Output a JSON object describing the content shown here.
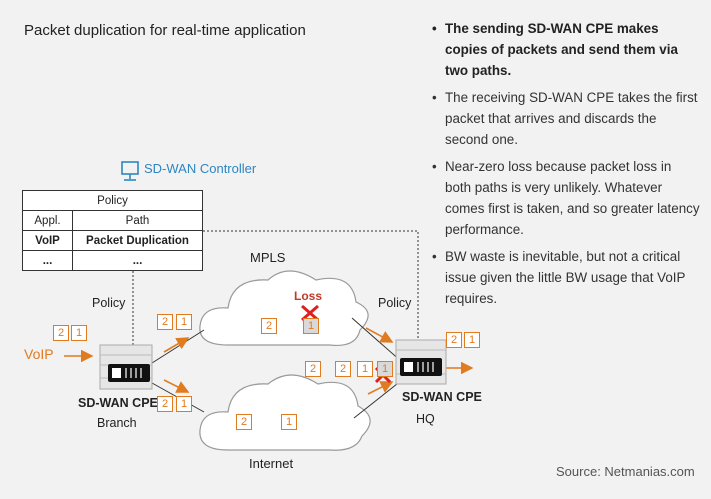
{
  "title": "Packet duplication for real-time application",
  "bullets": [
    "The sending SD-WAN CPE makes copies of packets and send them via two paths.",
    "The receiving SD-WAN CPE takes the first packet that arrives and discards the second one.",
    "Near-zero loss because packet loss in both paths is very unlikely. Whatever comes first is taken, and so greater latency performance.",
    "BW waste is inevitable, but not a critical issue given the little BW usage that VoIP requires."
  ],
  "controller_label": "SD-WAN Controller",
  "policy_table": {
    "title": "Policy",
    "header": [
      "Appl.",
      "Path"
    ],
    "row1": [
      "VoIP",
      "Packet Duplication"
    ],
    "row2": [
      "...",
      "..."
    ]
  },
  "labels": {
    "mpls": "MPLS",
    "internet": "Internet",
    "loss": "Loss",
    "policy_left": "Policy",
    "policy_right": "Policy",
    "voip": "VoIP",
    "cpe_branch": "SD-WAN CPE",
    "branch": "Branch",
    "cpe_hq": "SD-WAN CPE",
    "hq": "HQ"
  },
  "packets": {
    "one": "1",
    "two": "2"
  },
  "source": "Source: Netmanias.com",
  "colors": {
    "accent": "#e07b20",
    "controller": "#2e86c1",
    "loss": "#c0392b"
  }
}
